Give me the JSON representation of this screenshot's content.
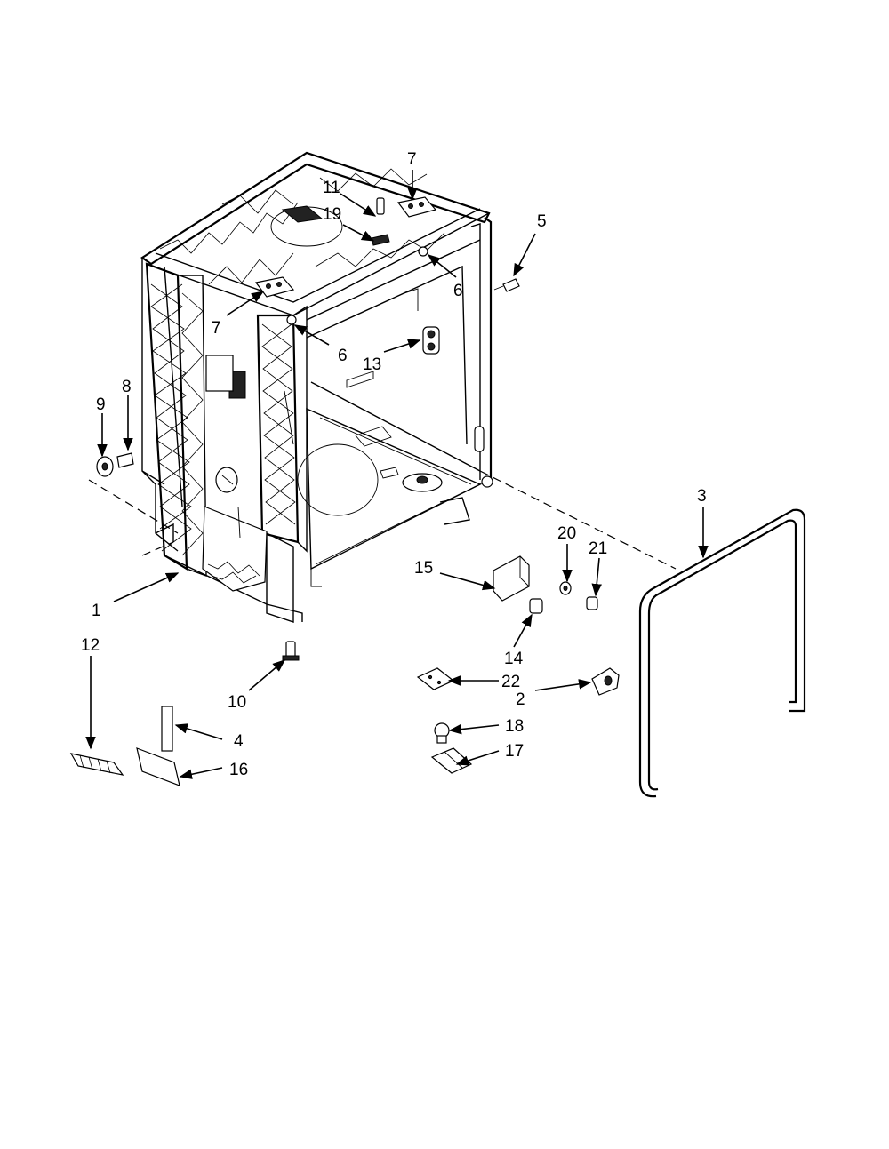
{
  "callouts": [
    {
      "id": "c1",
      "label": "1"
    },
    {
      "id": "c2",
      "label": "2"
    },
    {
      "id": "c3",
      "label": "3"
    },
    {
      "id": "c4",
      "label": "4"
    },
    {
      "id": "c5",
      "label": "5"
    },
    {
      "id": "c6a",
      "label": "6"
    },
    {
      "id": "c6b",
      "label": "6"
    },
    {
      "id": "c7a",
      "label": "7"
    },
    {
      "id": "c7b",
      "label": "7"
    },
    {
      "id": "c8",
      "label": "8"
    },
    {
      "id": "c9",
      "label": "9"
    },
    {
      "id": "c10",
      "label": "10"
    },
    {
      "id": "c11",
      "label": "11"
    },
    {
      "id": "c12",
      "label": "12"
    },
    {
      "id": "c13",
      "label": "13"
    },
    {
      "id": "c14",
      "label": "14"
    },
    {
      "id": "c15",
      "label": "15"
    },
    {
      "id": "c16",
      "label": "16"
    },
    {
      "id": "c17",
      "label": "17"
    },
    {
      "id": "c18",
      "label": "18"
    },
    {
      "id": "c19",
      "label": "19"
    },
    {
      "id": "c20",
      "label": "20"
    },
    {
      "id": "c21",
      "label": "21"
    },
    {
      "id": "c22",
      "label": "22"
    }
  ]
}
